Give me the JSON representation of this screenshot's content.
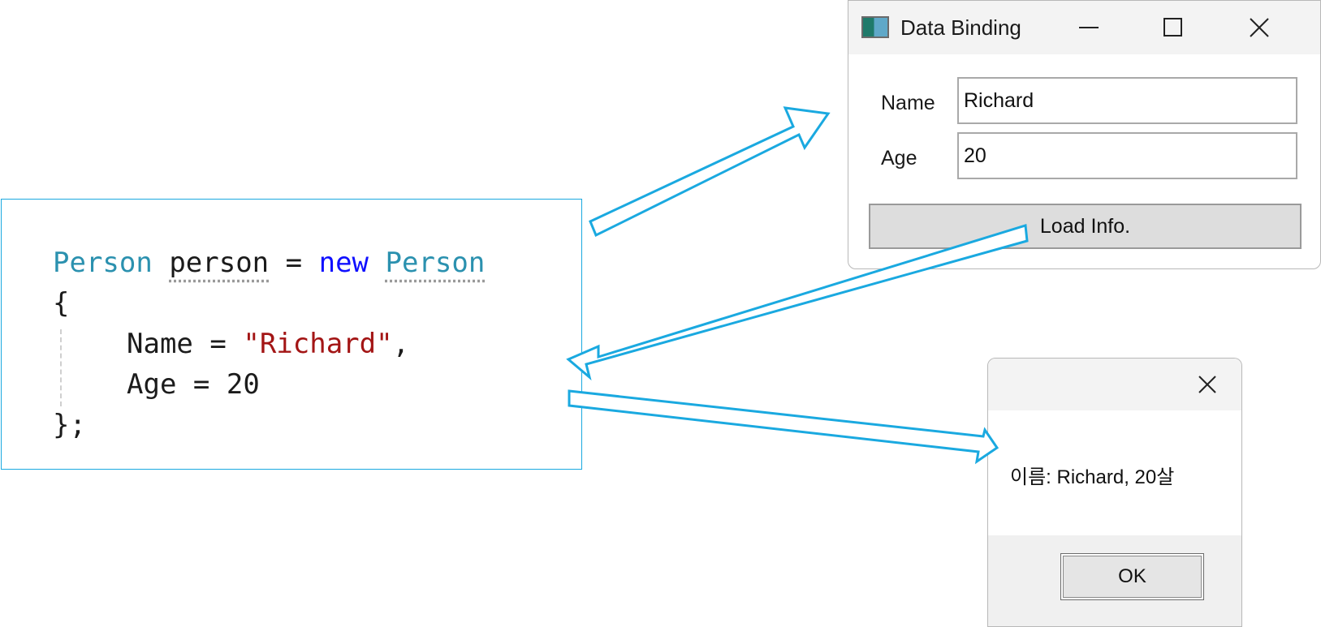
{
  "code": {
    "line1": {
      "type1": "Person",
      "var": "person",
      "eq": "=",
      "kw_new": "new",
      "type2": "Person"
    },
    "line2": "{",
    "line3": {
      "prop": "Name",
      "eq": "=",
      "value": "\"Richard\"",
      "comma": ","
    },
    "line4": {
      "prop": "Age",
      "eq": "=",
      "value": "20"
    },
    "line5": "};"
  },
  "main_window": {
    "title": "Data Binding",
    "name_label": "Name",
    "name_value": "Richard",
    "age_label": "Age",
    "age_value": "20",
    "load_button": "Load Info."
  },
  "message_box": {
    "message": "이름: Richard, 20살",
    "ok_button": "OK"
  },
  "colors": {
    "accent": "#1aa9e0",
    "type": "#2b91af",
    "keyword": "#1010ff",
    "string": "#a31515"
  }
}
